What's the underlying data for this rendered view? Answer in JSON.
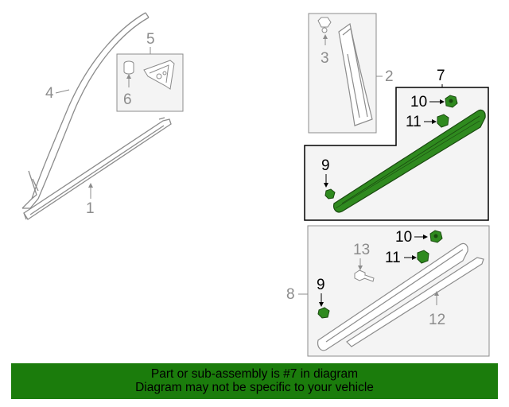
{
  "diagram": {
    "callouts": {
      "c1": "1",
      "c2": "2",
      "c3": "3",
      "c4": "4",
      "c5": "5",
      "c6": "6",
      "c7": "7",
      "c8": "8",
      "c9a": "9",
      "c9b": "9",
      "c10a": "10",
      "c10b": "10",
      "c11a": "11",
      "c11b": "11",
      "c12": "12",
      "c13": "13"
    },
    "highlighted_part": "7"
  },
  "banner": {
    "line1": "Part or sub-assembly is #7 in diagram",
    "line2": "Diagram may not be specific to your vehicle"
  },
  "colors": {
    "highlight": "#1b7c0c",
    "part_green": "#2f8a1f",
    "line_gray": "#8c8c8c"
  }
}
